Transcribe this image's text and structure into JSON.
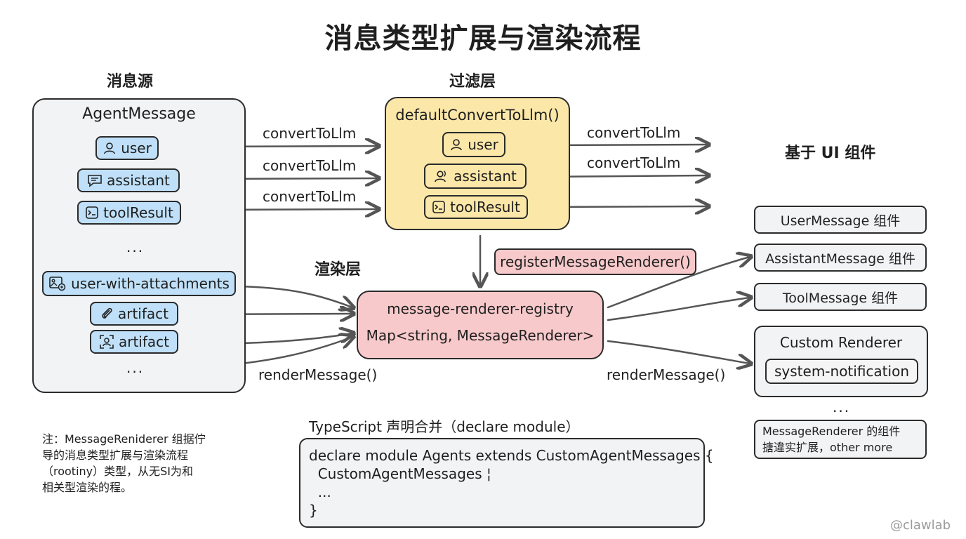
{
  "title": "消息类型扩展与渲染流程",
  "headings": {
    "source": "消息源",
    "filter": "过滤层",
    "render": "渲染层",
    "ui": "基于 UI 组件"
  },
  "source": {
    "title": "AgentMessage",
    "items": [
      {
        "label": "user",
        "icon": "user-icon"
      },
      {
        "label": "assistant",
        "icon": "chat-bubble-icon"
      },
      {
        "label": "toolResult",
        "icon": "terminal-icon"
      },
      {
        "label": "user-with-attachments",
        "icon": "image-attachment-icon"
      },
      {
        "label": "artifact",
        "icon": "paperclip-icon"
      },
      {
        "label": "artifact",
        "icon": "scan-user-icon"
      }
    ],
    "ellipsis_1": "...",
    "ellipsis_2": "..."
  },
  "filter": {
    "title": "defaultConvertToLlm()",
    "items": [
      {
        "label": "user",
        "icon": "user-icon"
      },
      {
        "label": "assistant",
        "icon": "users-icon"
      },
      {
        "label": "toolResult",
        "icon": "terminal-icon"
      }
    ]
  },
  "edges": {
    "convert_1": "convertToLlm",
    "convert_2": "convertToLlm",
    "convert_3": "convertToLlm",
    "convert_out_1": "convertToLlm",
    "convert_out_2": "convertToLlm",
    "render_in": "renderMessage()",
    "render_out": "renderMessage()"
  },
  "register": {
    "label": "registerMessageRenderer()"
  },
  "registry": {
    "name": "message-renderer-registry",
    "type": "Map<string, MessageRenderer>"
  },
  "ui": {
    "components": [
      "UserMessage 组件",
      "AssistantMessage 组件",
      "ToolMessage 组件"
    ],
    "custom": {
      "title": "Custom Renderer",
      "item": "system-notification"
    },
    "ellipsis": "...",
    "note_line1": "MessageRenderer 的组件",
    "note_line2": "搪違实扩展，other more"
  },
  "code": {
    "caption": "TypeScript 声明合并（declare module）",
    "lines": [
      "declare module Agents extends CustomAgentMessages {",
      "  CustomAgentMessages ¦",
      "  ...",
      "}"
    ]
  },
  "note": {
    "lines": [
      "注：MessageReniderer 组据佇",
      "导的消息类型扩展与渲染流程",
      "（rootiny）类型，从无SI为和",
      "相关型渲染的程。"
    ]
  },
  "watermark": "@clawlab",
  "colors": {
    "blue_pill": "#bfe0f8",
    "yellow_panel": "#fbe7a8",
    "pink_panel": "#f7c9cb",
    "gray_panel": "#f2f3f5",
    "arrow": "#555555"
  }
}
